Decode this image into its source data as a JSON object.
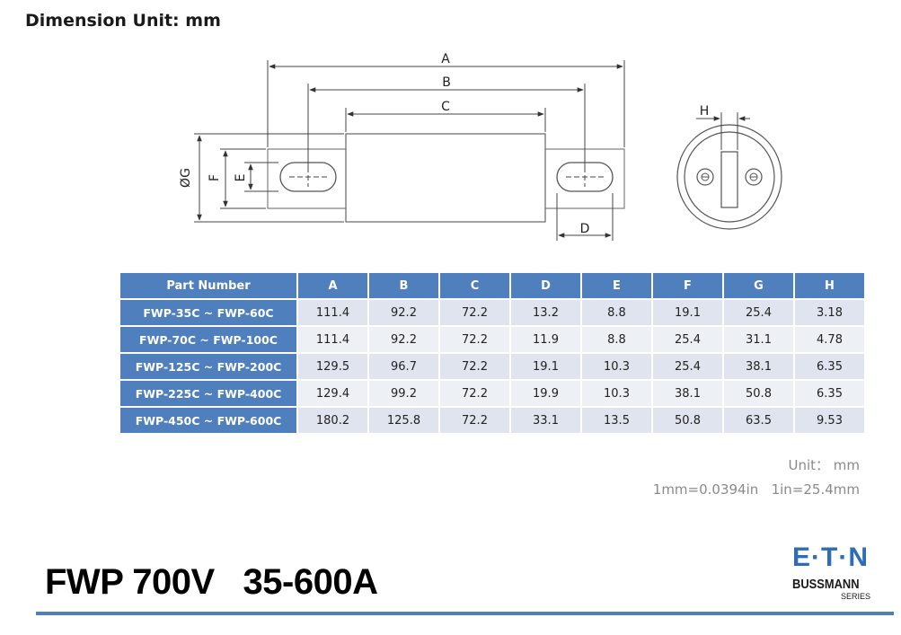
{
  "header": {
    "title": "Dimension Unit: mm"
  },
  "drawing": {
    "labels": {
      "A": "A",
      "B": "B",
      "C": "C",
      "D": "D",
      "E": "E",
      "F": "F",
      "G": "ØG",
      "H": "H"
    }
  },
  "table": {
    "headers": [
      "Part Number",
      "A",
      "B",
      "C",
      "D",
      "E",
      "F",
      "G",
      "H"
    ],
    "rows": [
      [
        "FWP-35C ~ FWP-60C",
        "111.4",
        "92.2",
        "72.2",
        "13.2",
        "8.8",
        "19.1",
        "25.4",
        "3.18"
      ],
      [
        "FWP-70C ~ FWP-100C",
        "111.4",
        "92.2",
        "72.2",
        "11.9",
        "8.8",
        "25.4",
        "31.1",
        "4.78"
      ],
      [
        "FWP-125C ~ FWP-200C",
        "129.5",
        "96.7",
        "72.2",
        "19.1",
        "10.3",
        "25.4",
        "38.1",
        "6.35"
      ],
      [
        "FWP-225C ~ FWP-400C",
        "129.4",
        "99.2",
        "72.2",
        "19.9",
        "10.3",
        "38.1",
        "50.8",
        "6.35"
      ],
      [
        "FWP-450C ~ FWP-600C",
        "180.2",
        "125.8",
        "72.2",
        "33.1",
        "13.5",
        "50.8",
        "63.5",
        "9.53"
      ]
    ]
  },
  "notes": {
    "unit": "Unit： mm",
    "conversion": "1mm=0.0394in   1in=25.4mm"
  },
  "footer": {
    "product_title": "FWP 700V   35-600A",
    "logo_brand": "E·T·N",
    "logo_sub": "BUSSMANN",
    "logo_series": "SERIES"
  },
  "colors": {
    "accent": "#4f7fbd",
    "brand": "#2e6db4"
  }
}
